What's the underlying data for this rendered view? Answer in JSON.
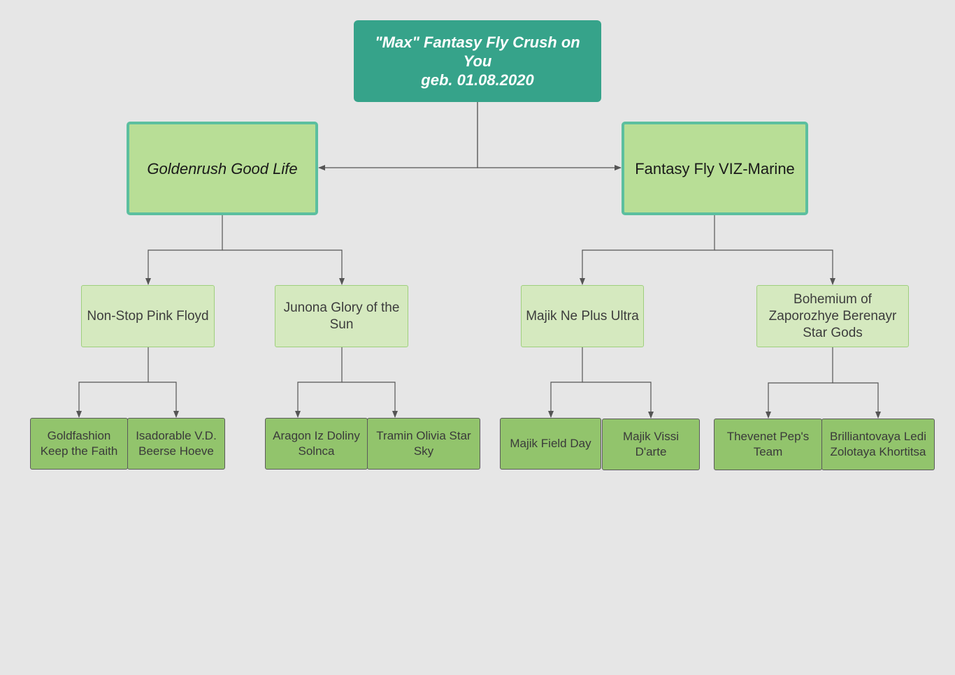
{
  "pedigree": {
    "root": {
      "name": "\"Max\" Fantasy Fly Crush on You\ngeb. 01.08.2020"
    },
    "dam": {
      "name": "Goldenrush Good Life",
      "parents": [
        {
          "name": "Non-Stop Pink Floyd",
          "parents": [
            {
              "name": "Goldfashion Keep the Faith"
            },
            {
              "name": "Isadorable V.D. Beerse Hoeve"
            }
          ]
        },
        {
          "name": "Junona Glory of the Sun",
          "parents": [
            {
              "name": "Aragon Iz Doliny Solnca"
            },
            {
              "name": "Tramin Olivia Star Sky"
            }
          ]
        }
      ]
    },
    "sire": {
      "name": "Fantasy Fly VIZ-Marine",
      "parents": [
        {
          "name": "Majik Ne Plus Ultra",
          "parents": [
            {
              "name": "Majik Field Day"
            },
            {
              "name": "Majik Vissi D'arte"
            }
          ]
        },
        {
          "name": "Bohemium of Zaporozhye Berenayr Star Gods",
          "parents": [
            {
              "name": "Thevenet Pep's Team"
            },
            {
              "name": "Brilliantovaya Ledi Zolotaya Khortitsa"
            }
          ]
        }
      ]
    }
  },
  "colors": {
    "background": "#e6e6e6",
    "root_fill": "#36a38a",
    "parent_fill": "#b8de96",
    "parent_border": "#5cbf9f",
    "grandparent_fill": "#d5e9bf",
    "great_grandparent_fill": "#92c46c",
    "connector": "#555555"
  }
}
